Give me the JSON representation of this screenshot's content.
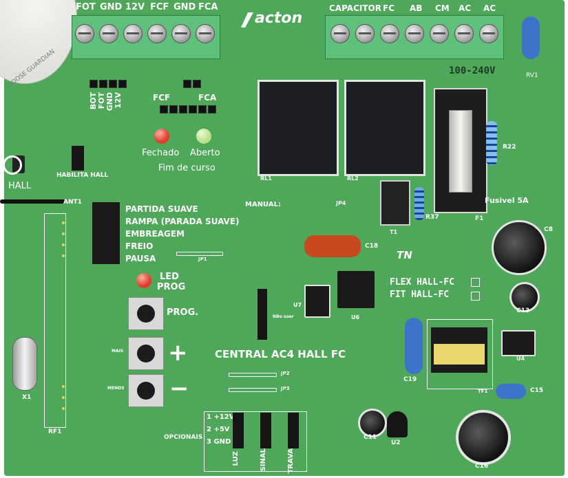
{
  "labels": {
    "top_left_terminals": [
      "FOT",
      "GND",
      "12V",
      "FCF",
      "GND",
      "FCA"
    ],
    "top_right_terminals": [
      "CAPACITOR",
      "FC",
      "AB",
      "CM",
      "AC",
      "AC"
    ],
    "brand": "acton",
    "voltage": "100-240V",
    "rv1": "RV1",
    "header_bot": [
      "BOT",
      "FOT",
      "GND",
      "12V"
    ],
    "fcf": "FCF",
    "fca": "FCA",
    "led_fechado": "Fechado",
    "led_aberto": "Aberto",
    "fim_de_curso": "Fim de curso",
    "habilita_hall": "HABILITA HALL",
    "hall": "HALL",
    "ant1": "ANT1",
    "jumper_functions": [
      "PARTIDA SUAVE",
      "RAMPA (PARADA SUAVE)",
      "EMBREAGEM",
      "FREIO",
      "PAUSA"
    ],
    "jp1": "JP1",
    "led_prog_1": "LED",
    "led_prog_2": "PROG",
    "prog_btn": "PROG.",
    "mais": "MAIS",
    "menos": "MENOS",
    "plus": "+",
    "minus": "−",
    "x1": "X1",
    "rf1": "RF1",
    "rl1": "RL1",
    "rl2": "RL2",
    "manual": "MANUAL:",
    "jp4": "JP4",
    "r37": "R37",
    "t1": "T1",
    "r22": "R22",
    "fusivel": "Fusivel 5A",
    "f1": "F1",
    "c8": "C8",
    "c18": "C18",
    "tn_logo": "TN",
    "flex_hall": "FLEX HALL-FC",
    "fit_hall": "FIT HALL-FC",
    "c13": "C13",
    "u7": "U7",
    "u6": "U6",
    "nbo_user": "NBo user",
    "central": "CENTRAL AC4 HALL FC",
    "jp2": "JP2",
    "jp3": "JP3",
    "c19": "C19",
    "tf1": "TF1",
    "u4": "U4",
    "c15": "C15",
    "opcionais": "OPCIONAIS",
    "opc_rows": [
      "1 +12V",
      "2 +5V",
      "3 GND"
    ],
    "opc_cols": [
      "LUZ",
      "SINAL",
      "TRAVA"
    ],
    "c11": "C11",
    "u2": "U2",
    "c16": "C16",
    "sticker": "GOOSE GUARDIAN"
  },
  "colors": {
    "pcb": "#4fa85a",
    "led_red": "#e23b2a",
    "led_green": "#b8e08a",
    "capacitor_blue": "#3d73c8",
    "capacitor_orange": "#c8471f"
  }
}
